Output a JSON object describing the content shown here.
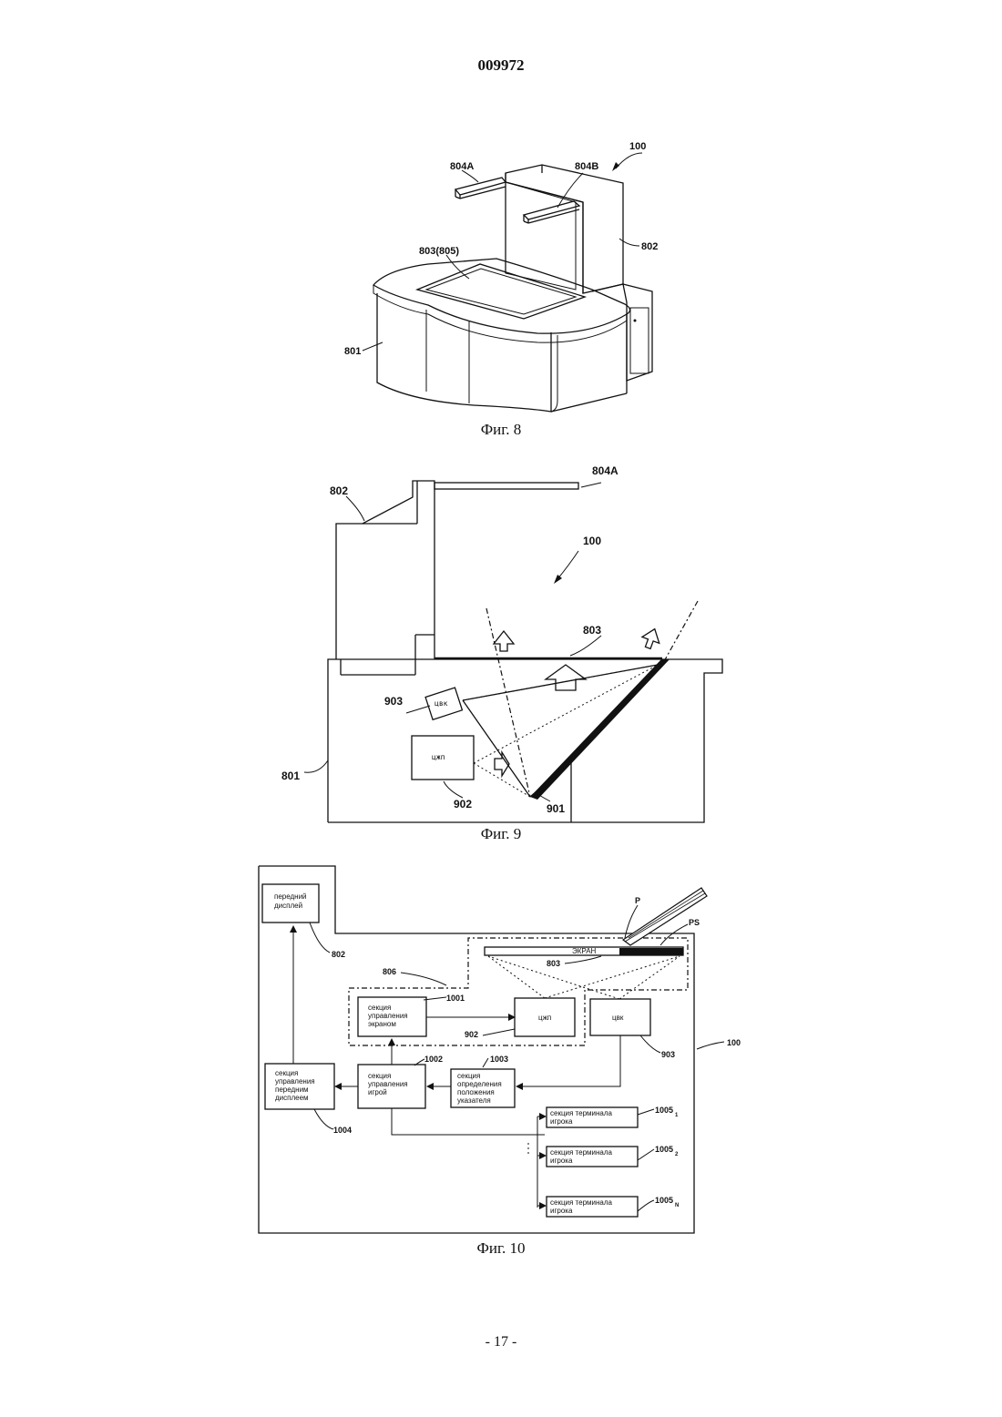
{
  "header": {
    "doc_number": "009972"
  },
  "footer": {
    "page_number": "- 17 -"
  },
  "fig8": {
    "caption": "Фиг. 8",
    "labels": {
      "l804a": "804A",
      "l804b": "804B",
      "l100": "100",
      "l802": "802",
      "l803": "803(805)",
      "l801": "801"
    }
  },
  "fig9": {
    "caption": "Фиг. 9",
    "labels": {
      "l804a": "804A",
      "l802": "802",
      "l100": "100",
      "l803": "803",
      "l903": "903",
      "l801": "801",
      "l902": "902",
      "l901": "901"
    },
    "boxes": {
      "cvk": "цвк",
      "czhp": "цжп"
    }
  },
  "fig10": {
    "caption": "Фиг. 10",
    "labels": {
      "p": "P",
      "ps": "PS",
      "screen": "ЭКРАН",
      "l803": "803",
      "l802": "802",
      "l806": "806",
      "l1001": "1001",
      "l902": "902",
      "l903": "903",
      "l100": "100",
      "l1002": "1002",
      "l1003": "1003",
      "l1004": "1004",
      "l1005_1": "1005",
      "sub_1": "1",
      "l1005_2": "1005",
      "sub_2": "2",
      "l1005_n": "1005",
      "sub_n": "N"
    },
    "boxes": {
      "front_display": [
        "передний",
        "дисплей"
      ],
      "screen_ctrl": [
        "секция",
        "управления",
        "экраном"
      ],
      "czhp": "цжп",
      "cvk": "цвк",
      "front_ctrl": [
        "секция",
        "управления",
        "передним",
        "дисплеем"
      ],
      "game_ctrl": [
        "секция",
        "управления",
        "игрой"
      ],
      "pointer": [
        "секция",
        "определения",
        "положения",
        "указателя"
      ],
      "terminal_1": [
        "секция терминала",
        "игрока"
      ],
      "terminal_2": [
        "секция терминала",
        "игрока"
      ],
      "terminal_n": [
        "секция терминала",
        "игрока"
      ]
    }
  }
}
